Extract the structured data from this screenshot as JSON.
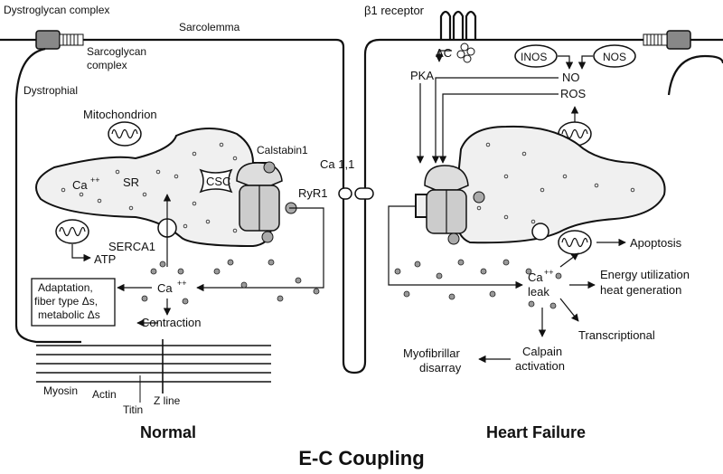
{
  "title": "E-C Coupling",
  "panels": {
    "normal": "Normal",
    "heart_failure": "Heart Failure"
  },
  "labels": {
    "dystroglycan": "Dystroglycan complex",
    "sarcolemma": "Sarcolemma",
    "sarcoglycan_1": "Sarcoglycan",
    "sarcoglycan_2": "complex",
    "dystrophial": "Dystrophial",
    "mitochondrion": "Mitochondrion",
    "calstabin": "Calstabin1",
    "sr": "SR",
    "ca_sr": "Ca",
    "csc": "CSC",
    "ryr1": "RyR1",
    "cav": "Ca 1,1",
    "serca": "SERCA1",
    "atp": "ATP",
    "ca_cyto": "Ca",
    "adapt_1": "Adaptation,",
    "adapt_2": "fiber type Δs,",
    "adapt_3": "metabolic Δs",
    "contraction": "Contraction",
    "myosin": "Myosin",
    "actin": "Actin",
    "titin": "Titin",
    "zline": "Z line",
    "beta_receptor": "β1 receptor",
    "ac": "AC",
    "pka": "PKA",
    "inos": "INOS",
    "nos": "NOS",
    "no": "NO",
    "ros": "ROS",
    "apoptosis": "Apoptosis",
    "ca_leak": "Ca",
    "leak": "leak",
    "energy_1": "Energy utilization",
    "energy_2": "heat generation",
    "transcriptional": "Transcriptional",
    "calpain_1": "Calpain",
    "calpain_2": "activation",
    "myofib_1": "Myofibrillar",
    "myofib_2": "disarray"
  }
}
